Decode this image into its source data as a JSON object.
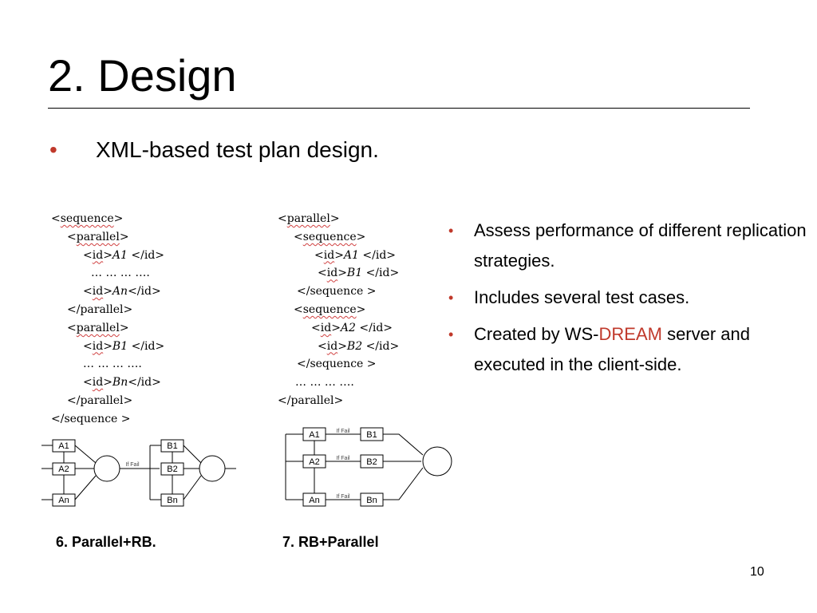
{
  "slide": {
    "title": "2. Design",
    "main_bullet": "XML-based test plan design.",
    "bullet_glyph": "•",
    "page_number": "10"
  },
  "right_bullets": [
    {
      "text": "Assess performance of different replication strategies."
    },
    {
      "text": "Includes several test cases."
    },
    {
      "before": "Created by WS-",
      "highlight": "DREAM",
      "after": " server and executed in the client-side."
    }
  ],
  "xml_listing_1": [
    {
      "open": "<",
      "tag": "sequence",
      "close": ">"
    },
    {
      "open": "<",
      "tag": "parallel",
      "close": ">"
    },
    {
      "open": "<",
      "tag": "id",
      "mid": ">",
      "value": "A1",
      "end": " </id>"
    },
    {
      "text": "… … … ….",
      "plain": true
    },
    {
      "open": "<",
      "tag": "id",
      "mid": ">",
      "value": "An",
      "end": "</id>"
    },
    {
      "text": "</parallel>",
      "plain": true
    },
    {
      "open": "<",
      "tag": "parallel",
      "close": ">"
    },
    {
      "open": "<",
      "tag": "id",
      "mid": ">",
      "value": "B1",
      "end": " </id>"
    },
    {
      "text": "… … … ….",
      "plain": true
    },
    {
      "open": "<",
      "tag": "id",
      "mid": ">",
      "value": "Bn",
      "end": "</id>"
    },
    {
      "text": "</parallel>",
      "plain": true
    },
    {
      "text": "</sequence >",
      "plain": true
    }
  ],
  "xml_listing_2": [
    {
      "open": "<",
      "tag": "parallel",
      "close": ">"
    },
    {
      "open": "<",
      "tag": "sequence",
      "close": ">"
    },
    {
      "open": "<",
      "tag": "id",
      "mid": ">",
      "value": "A1",
      "end": " </id>"
    },
    {
      "open": "<",
      "tag": "id",
      "mid": ">",
      "value": "B1",
      "end": " </id>"
    },
    {
      "text": "</sequence >",
      "plain": true
    },
    {
      "open": "<",
      "tag": "sequence",
      "close": ">"
    },
    {
      "open": "<",
      "tag": "id",
      "mid": ">",
      "value": "A2",
      "end": " </id>"
    },
    {
      "open": "<",
      "tag": "id",
      "mid": ">",
      "value": "B2",
      "end": " </id>"
    },
    {
      "text": "</sequence >",
      "plain": true
    },
    {
      "text": "… … … ….",
      "plain": true
    },
    {
      "text": "</parallel>",
      "plain": true
    }
  ],
  "diagram_1": {
    "group_a": [
      "A1",
      "A2",
      "An"
    ],
    "group_b": [
      "B1",
      "B2",
      "Bn"
    ],
    "edge_label": "If Fail"
  },
  "diagram_2": {
    "rows": [
      {
        "a": "A1",
        "b": "B1"
      },
      {
        "a": "A2",
        "b": "B2"
      },
      {
        "a": "An",
        "b": "Bn"
      }
    ],
    "edge_label": "If Fail"
  },
  "captions": {
    "figure_6": "6. Parallel+RB.",
    "figure_7": "7. RB+Parallel"
  },
  "colors": {
    "accent": "#c0392b",
    "text": "#000000"
  }
}
